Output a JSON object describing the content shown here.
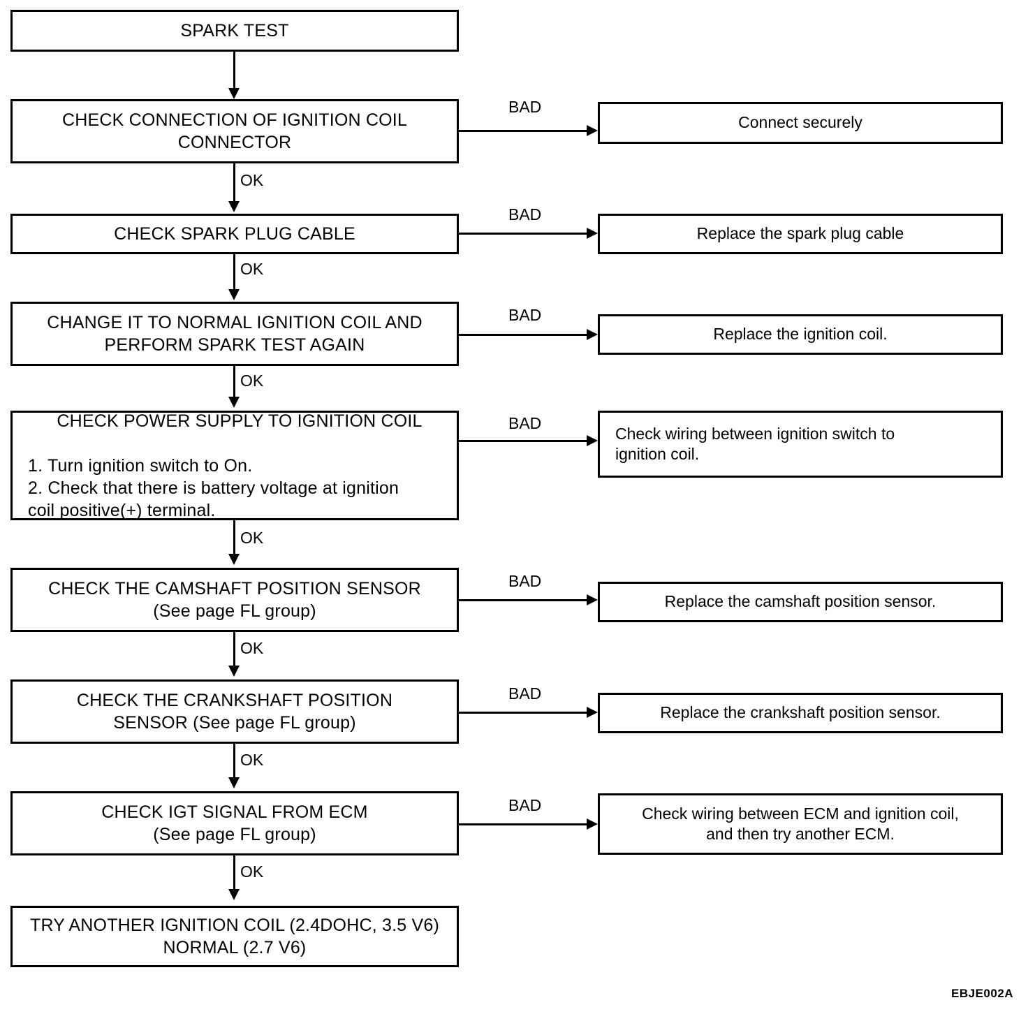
{
  "figure": {
    "id_label": "EBJE002A",
    "title": "SPARK TEST"
  },
  "edge_labels": {
    "ok": "OK",
    "bad": "BAD"
  },
  "flow": {
    "start": {
      "label": "SPARK TEST"
    },
    "steps": [
      {
        "id": "check-ignition-coil-connector",
        "label": "CHECK CONNECTION OF IGNITION COIL\nCONNECTOR",
        "ok_label": "OK",
        "bad_label": "BAD",
        "bad_result": "Connect securely"
      },
      {
        "id": "check-spark-plug-cable",
        "label": "CHECK SPARK PLUG CABLE",
        "ok_label": "OK",
        "bad_label": "BAD",
        "bad_result": "Replace the spark plug cable"
      },
      {
        "id": "change-to-normal-ignition-coil",
        "label": "CHANGE IT TO NORMAL IGNITION COIL AND\nPERFORM SPARK TEST AGAIN",
        "ok_label": "OK",
        "bad_label": "BAD",
        "bad_result": "Replace the ignition coil."
      },
      {
        "id": "check-power-supply-to-ignition-coil",
        "heading": "CHECK POWER SUPPLY TO IGNITION COIL",
        "substeps": "1. Turn ignition switch to On.\n2. Check that there is battery voltage at ignition\n     coil positive(+) terminal.",
        "ok_label": "OK",
        "bad_label": "BAD",
        "bad_result": "Check wiring between ignition switch to\nignition coil."
      },
      {
        "id": "check-camshaft-position-sensor",
        "label": "CHECK THE CAMSHAFT POSITION SENSOR\n(See page FL group)",
        "ok_label": "OK",
        "bad_label": "BAD",
        "bad_result": "Replace the camshaft position sensor."
      },
      {
        "id": "check-crankshaft-position-sensor",
        "label": "CHECK THE CRANKSHAFT POSITION\nSENSOR (See page FL group)",
        "ok_label": "OK",
        "bad_label": "BAD",
        "bad_result": "Replace the crankshaft position sensor."
      },
      {
        "id": "check-igt-signal-from-ecm",
        "label": "CHECK IGT SIGNAL FROM ECM\n(See page FL group)",
        "ok_label": "OK",
        "bad_label": "BAD",
        "bad_result": "Check wiring between ECM and ignition coil,\nand then try another ECM."
      }
    ],
    "end": {
      "id": "try-another-ignition-coil",
      "label": "TRY ANOTHER IGNITION COIL (2.4DOHC, 3.5 V6)\nNORMAL (2.7 V6)"
    }
  }
}
